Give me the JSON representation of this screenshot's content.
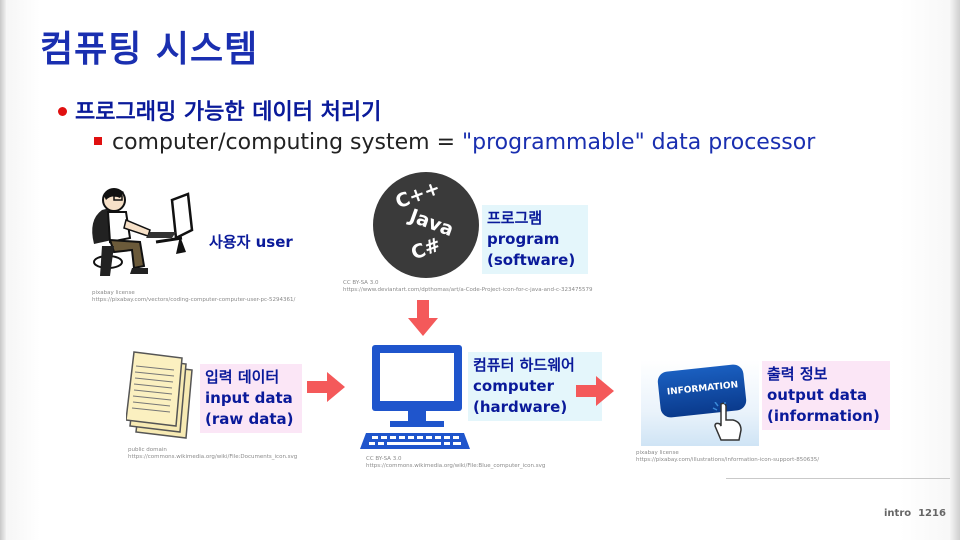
{
  "slide": {
    "title": "컴퓨팅 시스템",
    "bullet_main": "프로그래밍 가능한 데이터 처리기",
    "bullet_sub_prefix": "computer/computing system = ",
    "bullet_sub_quoted": "\"programmable\"",
    "bullet_sub_suffix": " data processor"
  },
  "user": {
    "label": "사용자 user",
    "credit_line1": "pixabay license",
    "credit_line2": "https://pixabay.com/vectors/coding-computer-computer-user-pc-5294361/"
  },
  "program": {
    "badge_lines": [
      "C++",
      "Java",
      "C#"
    ],
    "label_line1": "프로그램",
    "label_line2": "program",
    "label_line3": "(software)",
    "credit_line1": "CC BY-SA 3.0",
    "credit_line2": "https://www.deviantart.com/dpthomas/art/a-Code-Project-icon-for-c-java-and-c-323475579"
  },
  "input": {
    "label_line1": "입력 데이터",
    "label_line2": "input data",
    "label_line3": "(raw data)",
    "credit_line1": "public domain",
    "credit_line2": "https://commons.wikimedia.org/wiki/File:Documents_icon.svg"
  },
  "computer": {
    "label_line1": "컴퓨터 하드웨어",
    "label_line2": "computer",
    "label_line3": "(hardware)",
    "credit_line1": "CC BY-SA 3.0",
    "credit_line2": "https://commons.wikimedia.org/wiki/File:Blue_computer_icon.svg"
  },
  "output": {
    "badge_text": "INFORMATION",
    "label_line1": "출력 정보",
    "label_line2": "output data",
    "label_line3": "(information)",
    "credit_line1": "pixabay license",
    "credit_line2": "https://pixabay.com/illustrations/information-icon-support-850635/"
  },
  "footer": {
    "page": "intro  1216"
  },
  "colors": {
    "title": "#1a2fb0",
    "bullet": "#e01010",
    "arrow": "#f4595a",
    "computer_blue": "#1f55cc",
    "label_blue_bg": "#e4f6fb",
    "label_pink_bg": "#fbe6f6"
  }
}
